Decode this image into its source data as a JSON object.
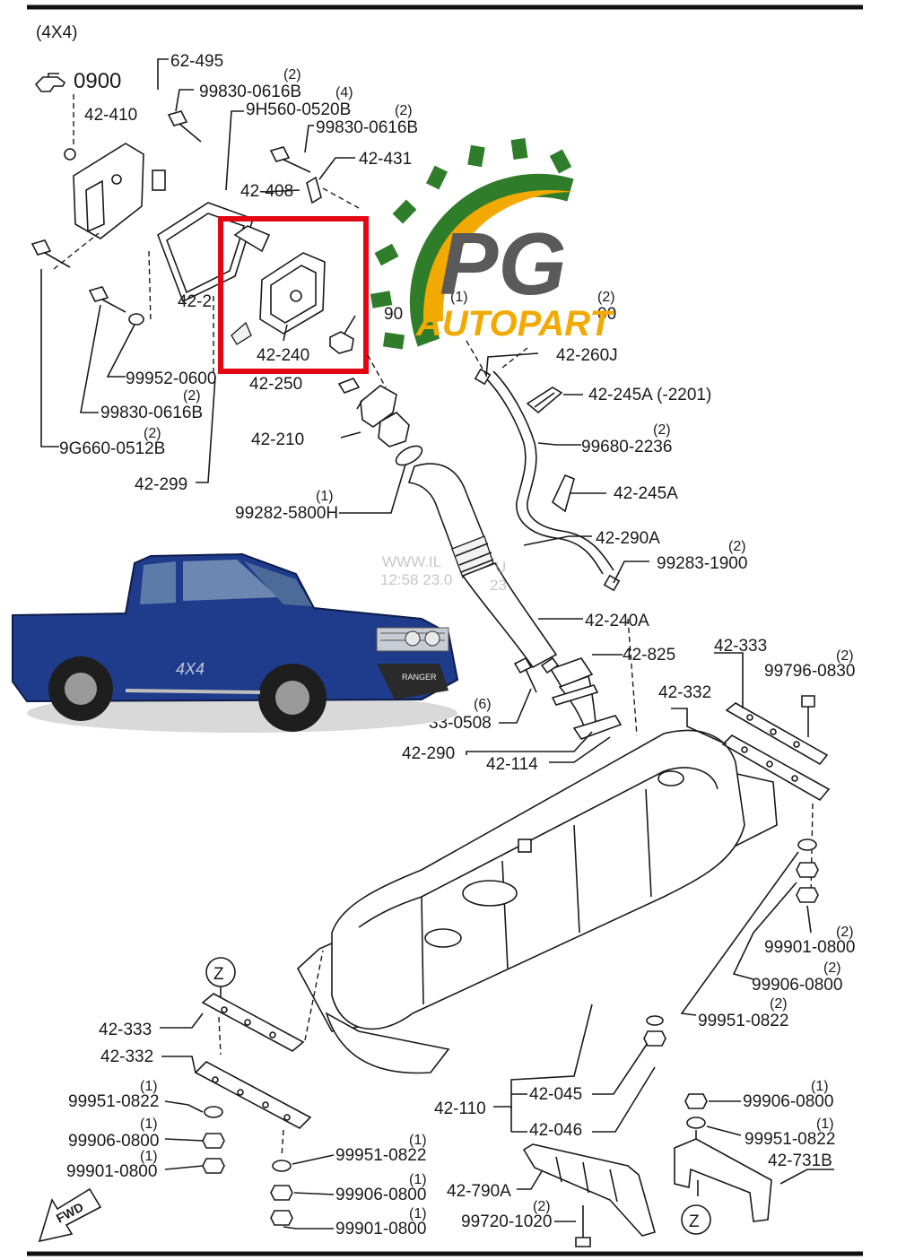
{
  "diagram": {
    "variant": "(4X4)",
    "code_0900": "0900",
    "parts": {
      "p62_495": "62-495",
      "p99830_top_q": "(2)",
      "p99830_top": "99830-0616B",
      "p9H560_q": "(4)",
      "p9H560": "9H560-0520B",
      "p99830_b_q": "(2)",
      "p99830_b": "99830-0616B",
      "p42_410": "42-410",
      "p42_431": "42-431",
      "p42_408": "42-408",
      "p42_2x": "42-2",
      "p42_240": "42-240",
      "p90x": "90",
      "p42_250": "42-250",
      "p99952": "99952-0600",
      "p99830_l_q": "(2)",
      "p99830_l": "99830-0616B",
      "p9G660_q": "(2)",
      "p9G660": "9G660-0512B",
      "p42_299": "42-299",
      "p42_210": "42-210",
      "p99282_q": "(1)",
      "p99282": "99282-5800H",
      "p1x_q": "(1)",
      "p00_q": "(2)",
      "p00": "00",
      "p42_260J": "42-260J",
      "p42_245A_2201": "42-245A (-2201)",
      "p99680_q": "(2)",
      "p99680": "99680-2236",
      "p42_245A": "42-245A",
      "p42_290A": "42-290A",
      "p99283_q": "(2)",
      "p99283": "99283-1900",
      "p42_240A": "42-240A",
      "p42_825": "42-825",
      "p33_0508_q": "(6)",
      "p33_0508": "33-0508",
      "p42_290": "42-290",
      "p42_114": "42-114",
      "p42_333_r": "42-333",
      "p99796_q": "(2)",
      "p99796": "99796-0830",
      "p42_332_r": "42-332",
      "p99901_r_q": "(2)",
      "p99901_r": "99901-0800",
      "p99906_r_q": "(2)",
      "p99906_r": "99906-0800",
      "p99951_r_q": "(2)",
      "p99951_r": "99951-0822",
      "z_left": "Z",
      "p42_333_l": "42-333",
      "p42_332_l": "42-332",
      "p99951_l_q": "(1)",
      "p99951_l": "99951-0822",
      "p99906_l_q": "(1)",
      "p99906_l": "99906-0800",
      "p99901_l_q": "(1)",
      "p99901_l": "99901-0800",
      "fwd": "FWD",
      "p42_110": "42-110",
      "p42_045": "42-045",
      "p42_046": "42-046",
      "p99951_m_q": "(1)",
      "p99951_m": "99951-0822",
      "p99906_m_q": "(1)",
      "p99906_m": "99906-0800",
      "p99901_m_q": "(1)",
      "p99901_m": "99901-0800",
      "p42_790A": "42-790A",
      "p99720_q": "(2)",
      "p99720": "99720-1020",
      "p99906_br_q": "(1)",
      "p99906_br": "99906-0800",
      "p99951_br_q": "(1)",
      "p99951_br": "99951-0822",
      "p42_731B": "42-731B",
      "z_right": "Z"
    }
  },
  "logo": {
    "name": "PG",
    "subtitle": "AUTOPART",
    "gear_color": "#2f7d2a",
    "arc_color": "#f2a900",
    "text_color": "#5a5a5a"
  },
  "watermark": {
    "line1": "WWW.IL",
    "line1b": "U",
    "line2": "12:58  23.0",
    "line2b": "23"
  },
  "highlight": {
    "color": "#e30613",
    "target": "42-240"
  },
  "truck_photo": {
    "body_color": "#1f3b8c",
    "badge": "4X4",
    "model": "RANGER"
  }
}
